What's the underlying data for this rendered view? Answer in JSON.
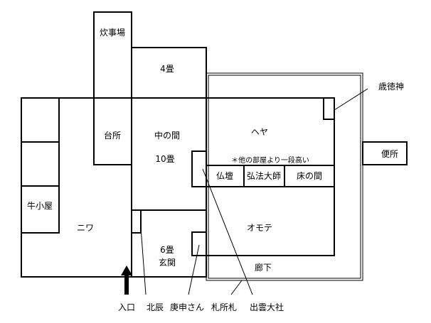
{
  "rooms": {
    "kitchen_hearth": "炊事場",
    "four_mat": "4畳",
    "saitoku_shrine": "歳徳神",
    "kitchen": "台所",
    "naka_no_ma": "中の間",
    "ten_mat": "10畳",
    "heya": "ヘヤ",
    "toilet": "便所",
    "raised_note": "＊他の部屋より一段高い",
    "butsudan": "仏壇",
    "kobo_daishi": "弘法大師",
    "tokonoma": "床の間",
    "cow_shed": "牛小屋",
    "niwa": "ニワ",
    "omote": "オモテ",
    "six_mat": "6畳",
    "genkan": "玄関",
    "corridor": "廊下"
  },
  "bottom_labels": {
    "entrance": "入口",
    "kitashin": "北辰",
    "koshin": "庚申さん",
    "fudasho": "札所札",
    "izumo": "出雲大社"
  }
}
